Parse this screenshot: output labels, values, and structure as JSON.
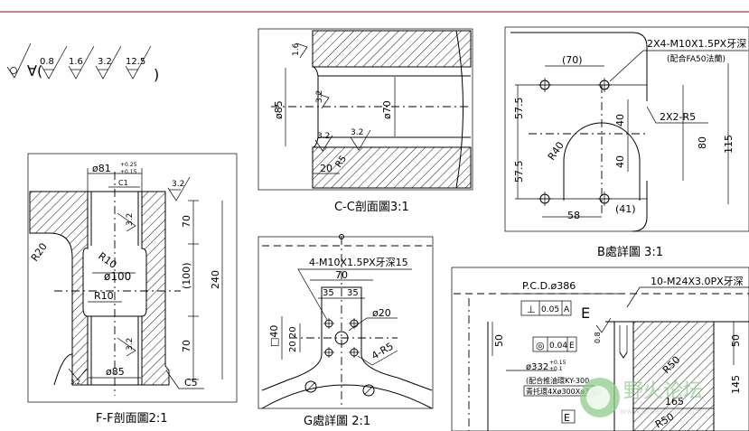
{
  "colors": {
    "border": "#c0504d",
    "line": "#000000",
    "watermark": "#7dc47a"
  },
  "surface": {
    "open": "∀(",
    "v1": "0.8",
    "v2": "1.6",
    "v3": "3.2",
    "v4": "12.5",
    "close": ")"
  },
  "ff": {
    "title": "F-F剖面圖2:1",
    "dia81": "ø81",
    "dia81_up": "+0.25",
    "dia81_dn": "+0.15",
    "c1": "C1",
    "rough1": "3.2",
    "rough2": "3.2",
    "rough3": "3.2",
    "rough_bottom": "3.2",
    "r20": "R20",
    "r10a": "R10",
    "r10b": "R10",
    "dia100": "ø100",
    "d70a": "70",
    "d100": "(100)",
    "d70b": "70",
    "d240": "240",
    "dia85": "ø85",
    "c5": "C5"
  },
  "cc": {
    "title": "C-C剖面圖3:1",
    "r16": "1.6",
    "r32a": "3.2",
    "r32b": "3.2",
    "r32c": "3.2",
    "dia85": "ø85",
    "dia70": "ø70",
    "r5": "R5",
    "d20": "20"
  },
  "b": {
    "title": "B處詳圖 3:1",
    "d70": "(70)",
    "thread": "2X4-M10X1.5PX牙深",
    "note": "(配合FA50法蘭)",
    "d575a": "57.5",
    "d575b": "57.5",
    "d40a": "40",
    "d40b": "40",
    "r40": "R40",
    "r5": "2X2-R5",
    "d80": "80",
    "d115": "115",
    "d58": "58",
    "d41": "(41)"
  },
  "g": {
    "title": "G處詳圖 2:1",
    "thread": "4-M10X1.5PX牙深15",
    "d70": "70",
    "d35a": "35",
    "d35b": "35",
    "dia20": "ø20",
    "sq40": "□40",
    "d2020": "20 20",
    "r5": "4-R5"
  },
  "main": {
    "pcd": "P.C.D.ø386",
    "tol1": "0.05",
    "datum1": "A",
    "datumE": "E",
    "tol2": "0.04",
    "datum2": "E",
    "r08": "0.8",
    "d50a": "50",
    "dia332": "ø332",
    "dia332_up": "+0.15",
    "dia332_dn": "+0.1",
    "note1": "(配合推油環KY-300",
    "note2": "青托環4Xø300Xø332)",
    "thread": "10-M24X3.0PX牙深",
    "d50b": "50",
    "r50a": "R50",
    "d165": "165",
    "d145": "145",
    "r50b": "R50",
    "boxE": "E"
  },
  "watermark": {
    "logo": "野火论坛",
    "url": "www.proewildfire.cn"
  }
}
